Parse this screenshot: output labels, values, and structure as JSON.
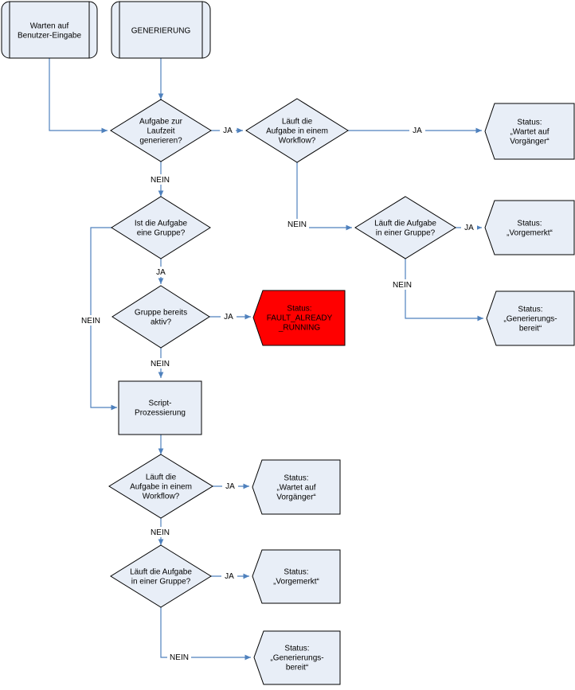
{
  "colors": {
    "node_fill": "#e8eef7",
    "fault_fill": "#ff0000",
    "edge": "#4f81bd",
    "stroke": "#000000"
  },
  "nodes": {
    "wait_input": [
      "Warten auf",
      "Benutzer-Eingabe"
    ],
    "generation": [
      "GENERIERUNG"
    ],
    "gen_runtime": [
      "Aufgabe zur",
      "Laufzeit",
      "generieren?"
    ],
    "workflow_top": [
      "Läuft die",
      "Aufgabe in einem",
      "Workflow?"
    ],
    "status_wait_top": [
      "Status:",
      "„Wartet auf",
      "Vorgänger“"
    ],
    "group_top": [
      "Läuft die Aufgabe",
      "in einer Gruppe?"
    ],
    "status_reserved_top": [
      "Status:",
      "„Vorgemerkt“"
    ],
    "status_ready_top": [
      "Status:",
      "„Generierungs-",
      "bereit“"
    ],
    "is_group": [
      "Ist die Aufgabe",
      "eine Gruppe?"
    ],
    "group_active": [
      "Gruppe bereits",
      "aktiv?"
    ],
    "status_fault": [
      "Status:",
      "FAULT_ALREADY",
      "_RUNNING"
    ],
    "script_processing": [
      "Script-",
      "Prozessierung"
    ],
    "workflow_bottom": [
      "Läuft die",
      "Aufgabe in einem",
      "Workflow?"
    ],
    "status_wait_bottom": [
      "Status:",
      "„Wartet auf",
      "Vorgänger“"
    ],
    "group_bottom": [
      "Läuft die Aufgabe",
      "in einer Gruppe?"
    ],
    "status_reserved_bottom": [
      "Status:",
      "„Vorgemerkt“"
    ],
    "status_ready_bottom": [
      "Status:",
      "„Generierungs-",
      "bereit“"
    ]
  },
  "edge_labels": {
    "yes": "JA",
    "no": "NEIN"
  }
}
